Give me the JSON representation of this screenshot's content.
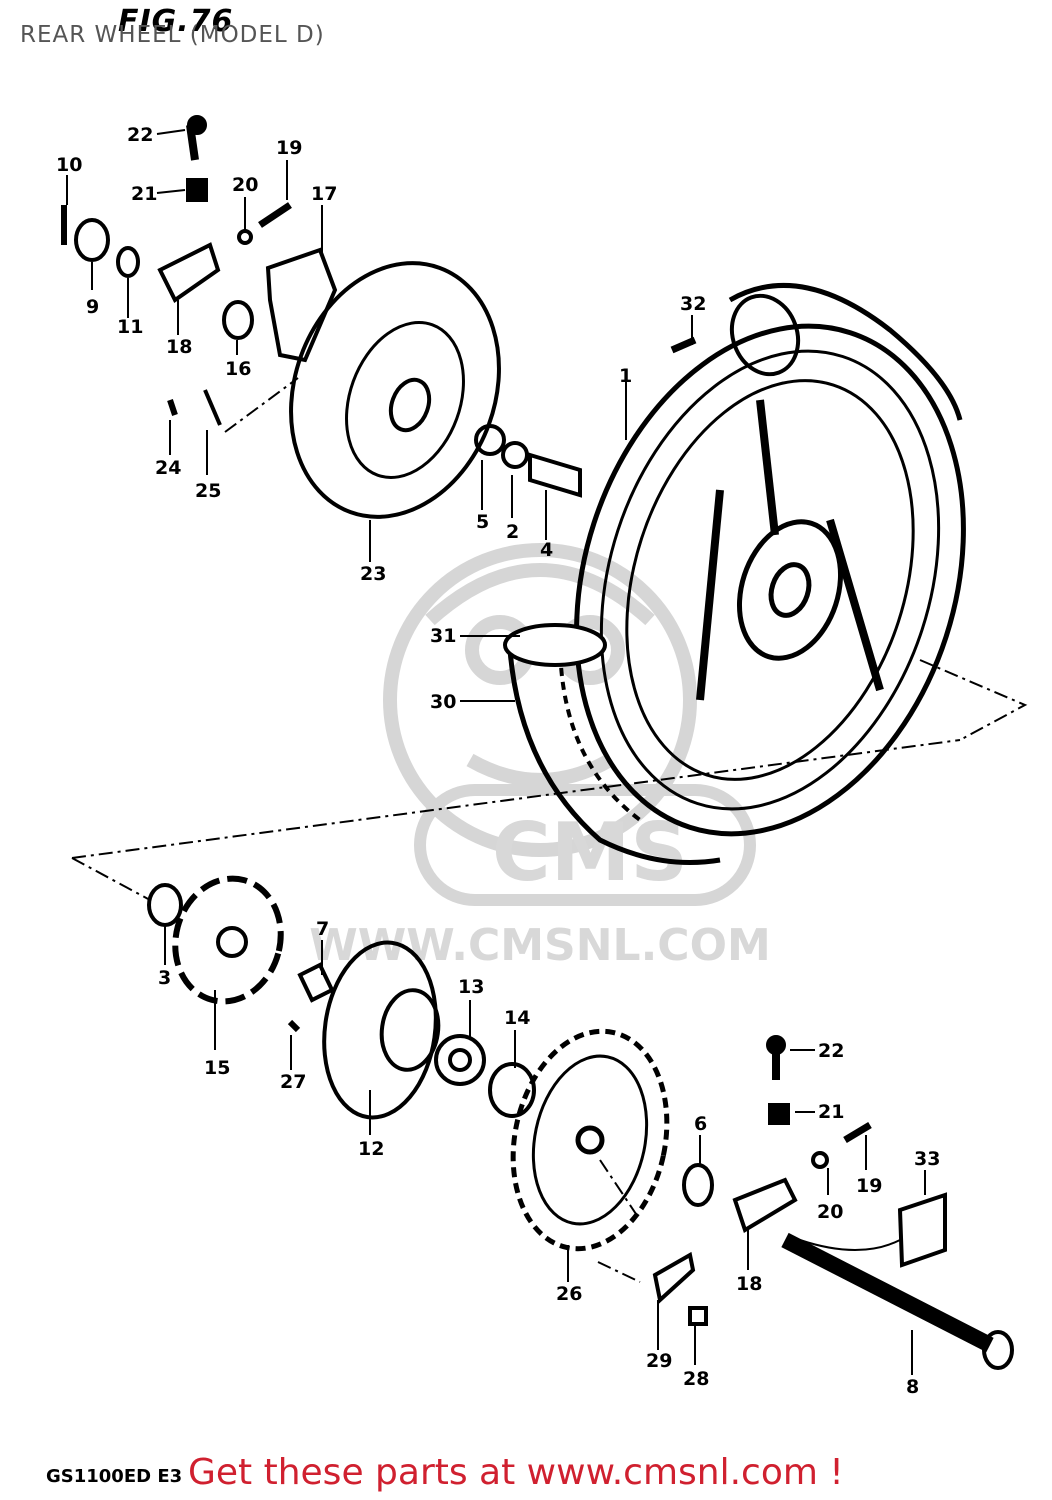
{
  "header": {
    "figure": "FIG.76",
    "title": "REAR WHEEL (MODEL D)"
  },
  "watermark": {
    "brand": "CMS",
    "url": "WWW.CMSNL.COM",
    "logo_icon": "cms-mascot-logo"
  },
  "footer": {
    "model_code": "GS1100ED E3",
    "promo": "Get these parts at www.cmsnl.com !"
  },
  "callouts": {
    "c1": "1",
    "c2": "2",
    "c3": "3",
    "c4": "4",
    "c5": "5",
    "c6": "6",
    "c7": "7",
    "c8": "8",
    "c9": "9",
    "c10": "10",
    "c11": "11",
    "c12": "12",
    "c13": "13",
    "c14": "14",
    "c15": "15",
    "c16": "16",
    "c17": "17",
    "c18a": "18",
    "c18b": "18",
    "c19a": "19",
    "c19b": "19",
    "c20a": "20",
    "c20b": "20",
    "c21a": "21",
    "c21b": "21",
    "c22a": "22",
    "c22b": "22",
    "c23": "23",
    "c24": "24",
    "c25": "25",
    "c26": "26",
    "c27": "27",
    "c28": "28",
    "c29": "29",
    "c30": "30",
    "c31": "31",
    "c32": "32",
    "c33": "33"
  },
  "colors": {
    "ink": "#000000",
    "watermark": "#d8d8d8",
    "promo": "#d0202f"
  }
}
